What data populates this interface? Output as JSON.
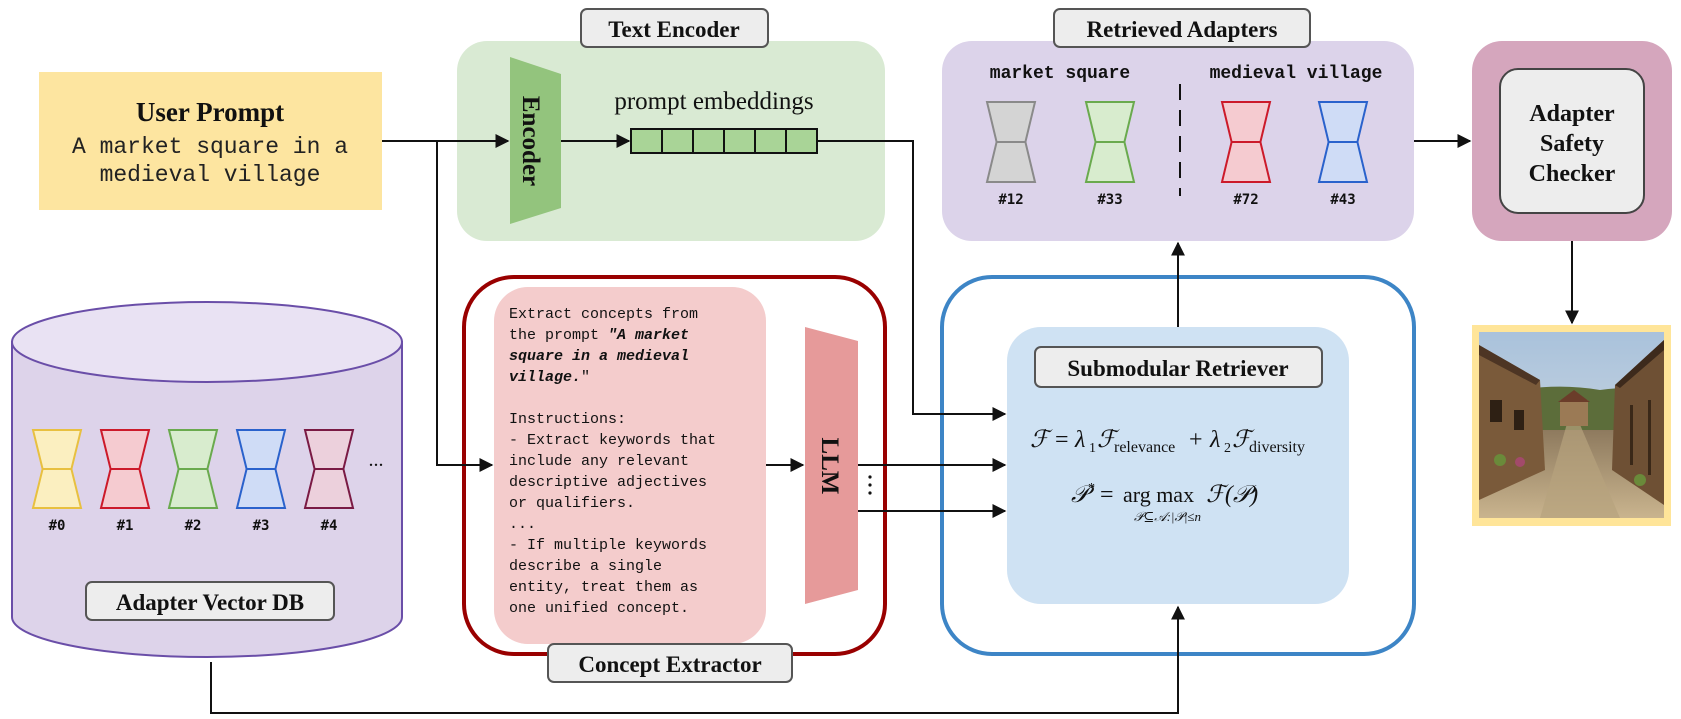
{
  "user_prompt": {
    "title": "User Prompt",
    "line1": "A market square in a",
    "line2": "medieval village"
  },
  "text_encoder": {
    "label": "Text Encoder",
    "encoder_label": "Encoder",
    "embeddings_label": "prompt embeddings"
  },
  "retrieved_adapters": {
    "label": "Retrieved Adapters",
    "groups": [
      {
        "concept": "market square",
        "adapters": [
          {
            "id": "#12",
            "color": "#8a8a8a",
            "fill": "#d4d4d4"
          },
          {
            "id": "#33",
            "color": "#6aaa4e",
            "fill": "#d8ecce"
          }
        ]
      },
      {
        "concept": "medieval village",
        "adapters": [
          {
            "id": "#72",
            "color": "#cc1a2a",
            "fill": "#f5cbd0"
          },
          {
            "id": "#43",
            "color": "#2a62cc",
            "fill": "#cfdcf6"
          }
        ]
      }
    ]
  },
  "safety_checker": {
    "line1": "Adapter",
    "line2": "Safety",
    "line3": "Checker"
  },
  "vector_db": {
    "label": "Adapter Vector DB",
    "adapters": [
      {
        "id": "#0",
        "color": "#e8c040",
        "fill": "#fbefc0"
      },
      {
        "id": "#1",
        "color": "#cc1a2a",
        "fill": "#f5cbd0"
      },
      {
        "id": "#2",
        "color": "#6aaa4e",
        "fill": "#d8ecce"
      },
      {
        "id": "#3",
        "color": "#2a62cc",
        "fill": "#cfdcf6"
      },
      {
        "id": "#4",
        "color": "#7a1a44",
        "fill": "#ecd0dc"
      }
    ],
    "ellipsis": "..."
  },
  "concept_extractor": {
    "label": "Concept Extractor",
    "llm_label": "LLM",
    "prompt_lines": [
      {
        "pre": "Extract concepts from",
        "em": "",
        "post": ""
      },
      {
        "pre": "the prompt ",
        "em": "\"A market",
        "post": ""
      },
      {
        "pre": "",
        "em": "square in a medieval",
        "post": ""
      },
      {
        "pre": "",
        "em": "village.",
        "post": "\""
      },
      {
        "pre": "",
        "em": "",
        "post": ""
      },
      {
        "pre": "Instructions:",
        "em": "",
        "post": ""
      },
      {
        "pre": "- Extract keywords that",
        "em": "",
        "post": ""
      },
      {
        "pre": "include any relevant",
        "em": "",
        "post": ""
      },
      {
        "pre": "descriptive adjectives",
        "em": "",
        "post": ""
      },
      {
        "pre": "or qualifiers.",
        "em": "",
        "post": ""
      },
      {
        "pre": "...",
        "em": "",
        "post": ""
      },
      {
        "pre": "- If multiple keywords",
        "em": "",
        "post": ""
      },
      {
        "pre": "describe a single",
        "em": "",
        "post": ""
      },
      {
        "pre": "entity, treat them as",
        "em": "",
        "post": ""
      },
      {
        "pre": "one unified concept.",
        "em": "",
        "post": ""
      }
    ]
  },
  "submodular_retriever": {
    "label": "Submodular Retriever"
  },
  "colors": {
    "user_prompt_bg": "#fde5a0",
    "text_encoder_bg": "#d9ead3",
    "encoder_trap": "#93c47d",
    "retrieved_bg": "#dcd3ea",
    "safety_bg": "#d5a6bd",
    "vector_db_bg": "#ddd3ea",
    "vector_db_stroke": "#6a4ea8",
    "concept_border": "#990000",
    "concept_text_bg": "#f4cccc",
    "llm_trap": "#e69a9a",
    "retriever_border": "#3d85c6",
    "retriever_bg": "#cfe2f3",
    "image_frame": "#ffe599"
  }
}
